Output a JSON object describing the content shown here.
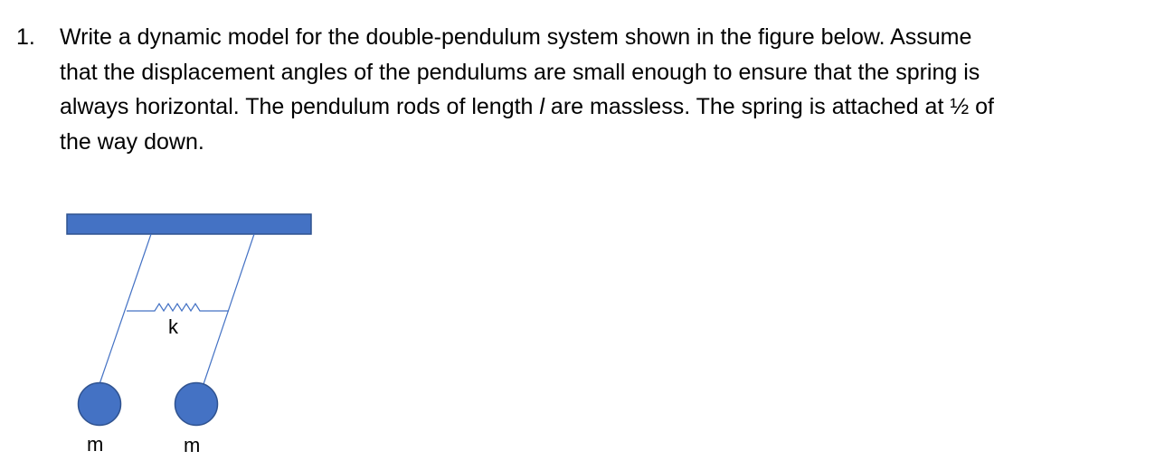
{
  "problem": {
    "number": "1.",
    "lines": [
      "Write a dynamic model for the double-pendulum system shown in the figure below.  Assume",
      "that the displacement angles of the pendulums are small enough to ensure that the spring is",
      "always horizontal.  The pendulum rods of length ",
      "the way down."
    ],
    "line3_var": "l",
    "line3_tail": " are massless.  The spring is attached at ½ of"
  },
  "figure": {
    "spring_label": "k",
    "mass_left_label": "m",
    "mass_right_label": "m",
    "colors": {
      "ceiling_fill": "#4472c4",
      "ceiling_stroke": "#2f528f",
      "line": "#4472c4",
      "mass_fill": "#4472c4",
      "mass_stroke": "#2f528f"
    }
  }
}
